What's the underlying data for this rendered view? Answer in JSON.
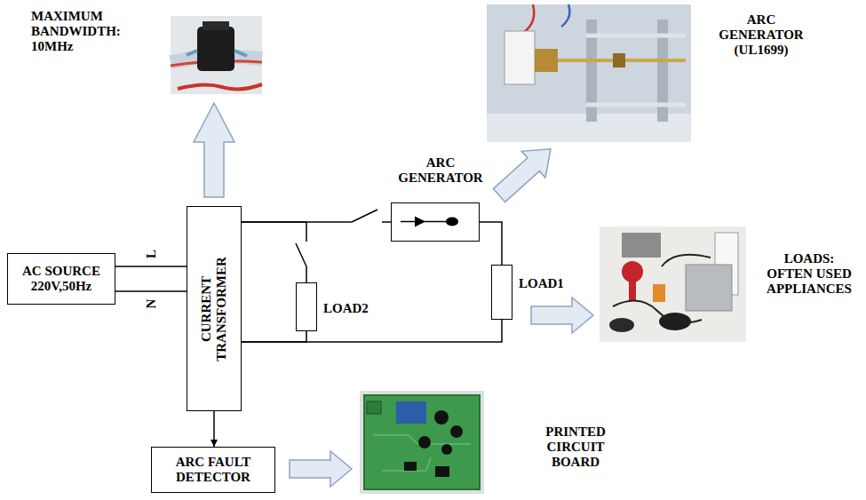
{
  "diagram": {
    "nodes": [
      {
        "text": [
          "AC SOURCE 220V,50Hz"
        ]
      },
      {
        "text": [
          "CURRENT TRANSFORMER"
        ]
      },
      {
        "text": [
          "ARC GENERATOR"
        ]
      },
      {
        "text": [
          "LOAD2"
        ]
      },
      {
        "text": [
          "LOAD1"
        ]
      },
      {
        "text": [
          "ARC FAULT DETECTOR"
        ]
      }
    ],
    "edges": [
      {
        "from": 0,
        "to": 1,
        "label": "L",
        "arrow": "none"
      },
      {
        "from": 0,
        "to": 1,
        "label": "N",
        "arrow": "none"
      },
      {
        "from": 1,
        "to": 2,
        "arrow": "none"
      },
      {
        "from": 1,
        "to": 3,
        "arrow": "none"
      },
      {
        "from": 2,
        "to": 4,
        "arrow": "none"
      },
      {
        "from": 4,
        "to": 1,
        "arrow": "none"
      },
      {
        "from": 3,
        "to": 1,
        "arrow": "none"
      },
      {
        "from": 1,
        "to": 5,
        "arrow": "to"
      }
    ],
    "labels": [
      "MAXIMUM BANDWIDTH: 10MHz",
      "ARC GENERATOR (UL1699)",
      "LOADS: OFTEN USED APPLIANCES",
      "PRINTED CIRCUIT BOARD"
    ]
  }
}
